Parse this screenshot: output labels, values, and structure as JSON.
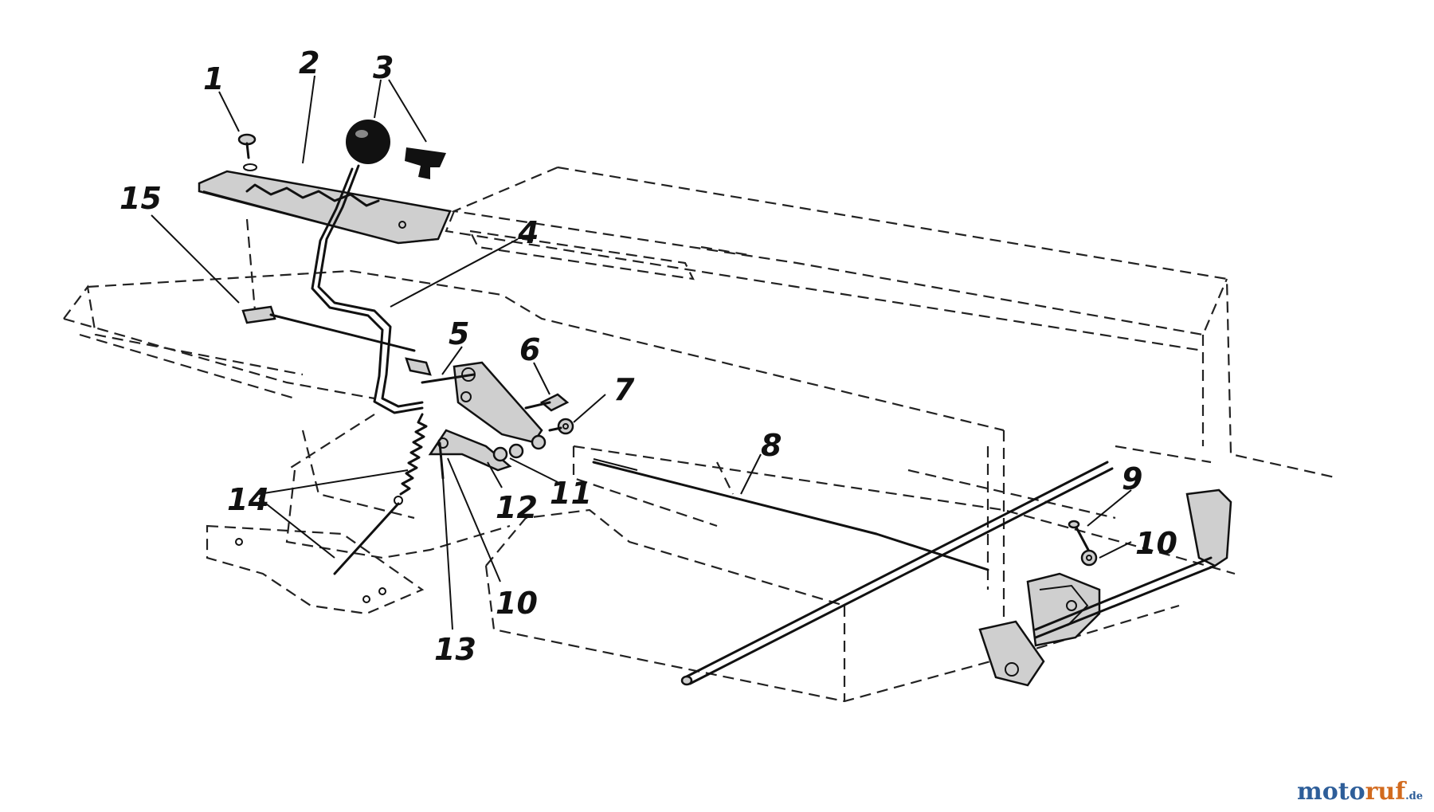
{
  "diagram": {
    "callouts": [
      {
        "id": "c1",
        "text": "1"
      },
      {
        "id": "c2",
        "text": "2"
      },
      {
        "id": "c3",
        "text": "3"
      },
      {
        "id": "c4",
        "text": "4"
      },
      {
        "id": "c5",
        "text": "5"
      },
      {
        "id": "c6",
        "text": "6"
      },
      {
        "id": "c7",
        "text": "7"
      },
      {
        "id": "c8",
        "text": "8"
      },
      {
        "id": "c9",
        "text": "9"
      },
      {
        "id": "c10a",
        "text": "10"
      },
      {
        "id": "c10b",
        "text": "10"
      },
      {
        "id": "c11",
        "text": "11"
      },
      {
        "id": "c12",
        "text": "12"
      },
      {
        "id": "c13",
        "text": "13"
      },
      {
        "id": "c14",
        "text": "14"
      },
      {
        "id": "c15",
        "text": "15"
      }
    ]
  },
  "watermark": {
    "part1": "moto",
    "part2": "ruf",
    "part3": ".de"
  }
}
